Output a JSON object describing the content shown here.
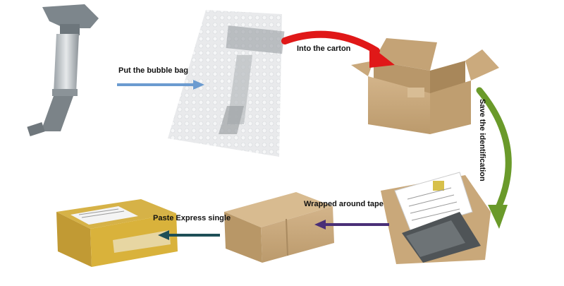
{
  "steps": {
    "bubble_bag": "Put the bubble bag",
    "into_carton": "Into the carton",
    "save_identification": "Save the identification",
    "wrapped_tape": "Wrapped around tape",
    "paste_express": "Paste Express single"
  },
  "colors": {
    "arrow_bubble": "#6b9bd0",
    "arrow_carton": "#e01818",
    "arrow_ident": "#6a9a2a",
    "arrow_tape": "#4a2f77",
    "arrow_express": "#1e4f57",
    "cardboard": "#c8a77a",
    "cardboard_dark": "#a8875a",
    "tape_yellow": "#d9b23b",
    "coil_gray": "#8e959b"
  }
}
